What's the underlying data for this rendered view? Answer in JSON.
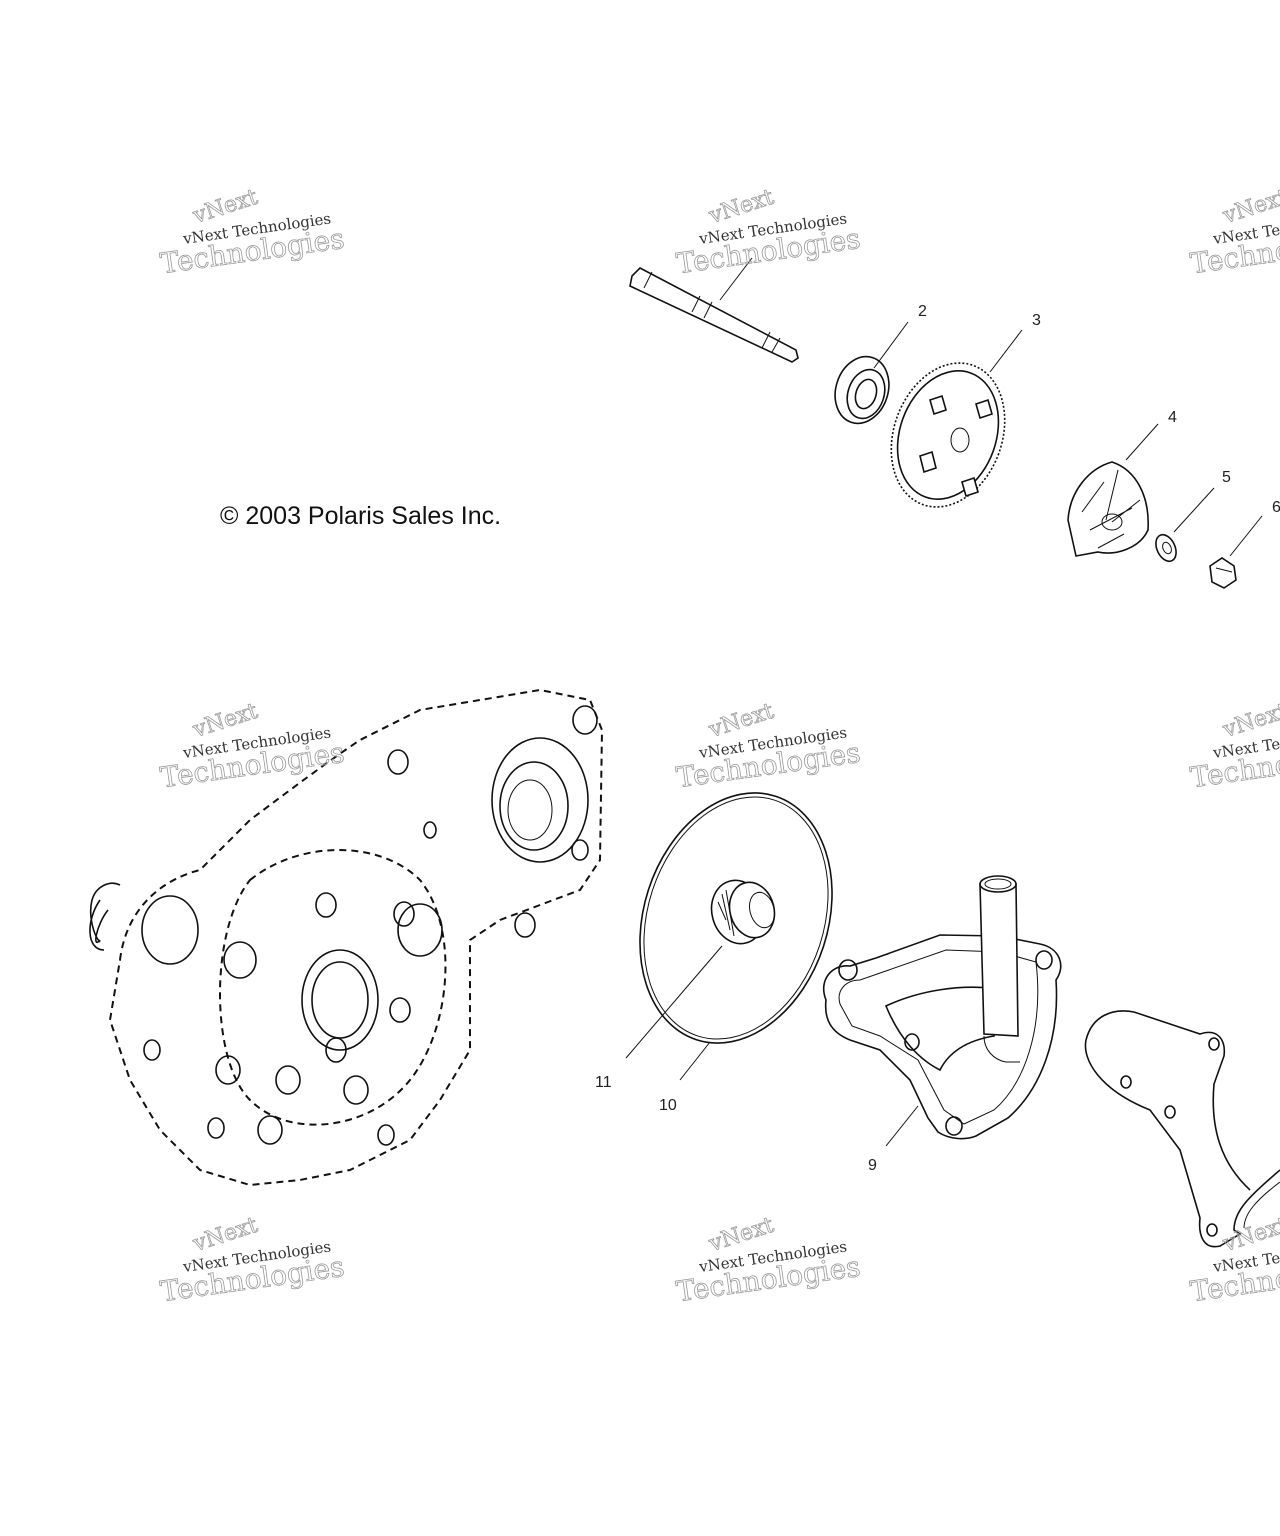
{
  "copyright": "© 2003 Polaris Sales Inc.",
  "watermark": {
    "line1": "vNext Technologies",
    "line2": "vNext",
    "line3": "Technologies"
  },
  "callouts": {
    "c2": "2",
    "c3": "3",
    "c4": "4",
    "c5": "5",
    "c6": "6",
    "c9": "9",
    "c10": "10",
    "c11": "11"
  }
}
